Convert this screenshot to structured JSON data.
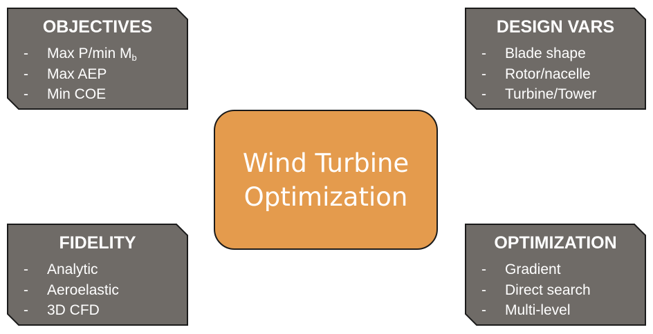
{
  "center": {
    "line1": "Wind Turbine",
    "line2": "Optimization",
    "fill": "#e49b4d"
  },
  "box_fill": "#6f6b67",
  "boxes": {
    "objectives": {
      "title": "OBJECTIVES",
      "items": [
        {
          "bullet": "-",
          "text": "Max P/min M",
          "sub": "b"
        },
        {
          "bullet": "-",
          "text": "Max AEP"
        },
        {
          "bullet": "-",
          "text": "Min COE"
        }
      ]
    },
    "design_vars": {
      "title": "DESIGN VARS",
      "items": [
        {
          "bullet": "-",
          "text": "Blade shape"
        },
        {
          "bullet": "-",
          "text": "Rotor/nacelle"
        },
        {
          "bullet": "-",
          "text": "Turbine/Tower"
        }
      ]
    },
    "fidelity": {
      "title": "FIDELITY",
      "items": [
        {
          "bullet": "-",
          "text": "Analytic"
        },
        {
          "bullet": "-",
          "text": "Aeroelastic"
        },
        {
          "bullet": "-",
          "text": "3D CFD"
        }
      ]
    },
    "optimization": {
      "title": "OPTIMIZATION",
      "items": [
        {
          "bullet": "-",
          "text": "Gradient"
        },
        {
          "bullet": "-",
          "text": "Direct search"
        },
        {
          "bullet": "-",
          "text": "Multi-level"
        }
      ]
    }
  }
}
